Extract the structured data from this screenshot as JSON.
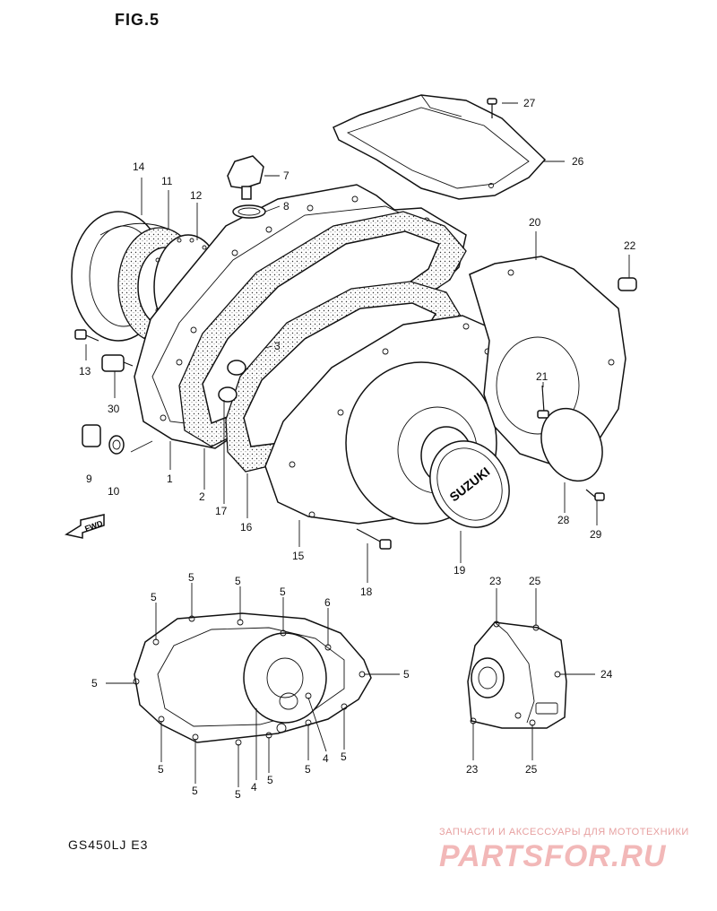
{
  "figure_title": "FIG.5",
  "model_code": "GS450LJ  E3",
  "fwd_label": "FWD",
  "emblem_text": "SUZUKI",
  "watermark": {
    "tagline": "ЗАПЧАСТИ И АКСЕССУАРЫ ДЛЯ МОТОТЕХНИКИ",
    "logo": "PARTSFOR.RU"
  },
  "callouts": {
    "c1": "1",
    "c2": "2",
    "c3": "3",
    "c7": "7",
    "c8": "8",
    "c9": "9",
    "c10": "10",
    "c11": "11",
    "c12": "12",
    "c13": "13",
    "c14": "14",
    "c15": "15",
    "c16": "16",
    "c17": "17",
    "c18": "18",
    "c19": "19",
    "c20": "20",
    "c21": "21",
    "c22": "22",
    "c26": "26",
    "c27": "27",
    "c28": "28",
    "c29": "29",
    "c30": "30",
    "b4a": "4",
    "b4b": "4",
    "b5": "5",
    "b6": "6",
    "b23": "23",
    "b24": "24",
    "b25": "25"
  }
}
